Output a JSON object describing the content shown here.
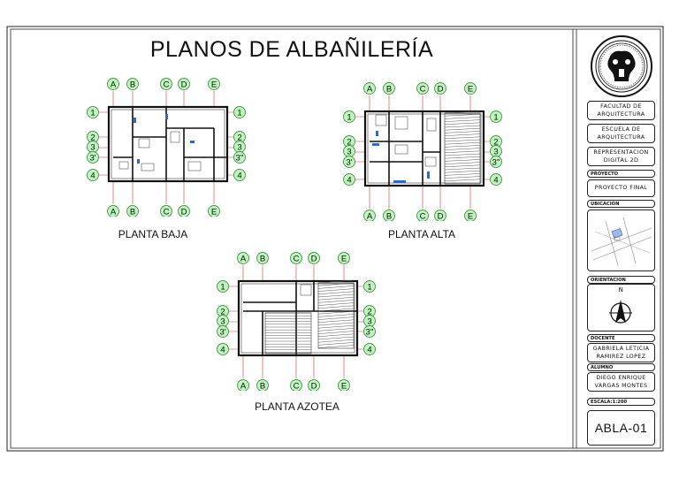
{
  "sheet_title": "PLANOS DE ALBAÑILERÍA",
  "plans": [
    {
      "label": "PLANTA BAJA",
      "cols": [
        "A",
        "B",
        "C",
        "D",
        "E"
      ],
      "rows": [
        "1",
        "2",
        "3",
        "3'",
        "4"
      ],
      "rows_right": [
        "1",
        "2",
        "3",
        "3''",
        "4"
      ]
    },
    {
      "label": "PLANTA ALTA",
      "cols": [
        "A",
        "B",
        "C",
        "D",
        "E"
      ],
      "rows": [
        "1",
        "2",
        "3",
        "3'",
        "4"
      ],
      "rows_right": [
        "1",
        "2",
        "3",
        "3''",
        "4"
      ]
    },
    {
      "label": "PLANTA AZOTEA",
      "cols": [
        "A",
        "B",
        "C",
        "D",
        "E"
      ],
      "rows": [
        "1",
        "2",
        "3",
        "3'",
        "4"
      ],
      "rows_right": [
        "1",
        "2",
        "3",
        "3''",
        "4"
      ]
    }
  ],
  "title_block": {
    "faculty": "FACULTAD DE ARQUITECTURA",
    "school": "ESCUELA DE ARQUITECTURA",
    "course": "REPRESENTACION DIGITAL 2D",
    "project_caption": "PROYECTO",
    "project": "PROYECTO FINAL",
    "location_caption": "UBICACION",
    "orientation_caption": "ORIENTACION",
    "north": "N",
    "teacher_caption": "DOCENTE",
    "teacher": "GABRIELA LETICIA RAMIREZ LOPEZ",
    "student_caption": "ALUMNO",
    "student": "DIEGO ENRIQUE VARGAS MONTES",
    "scale": "ESCALA:1:200",
    "sheet_number": "ABLA-01"
  },
  "colors": {
    "grid_bubble": "#bdf3bd",
    "axis_line": "#d63a3a",
    "wall": "#111111",
    "accent": "#2b6ad6"
  }
}
